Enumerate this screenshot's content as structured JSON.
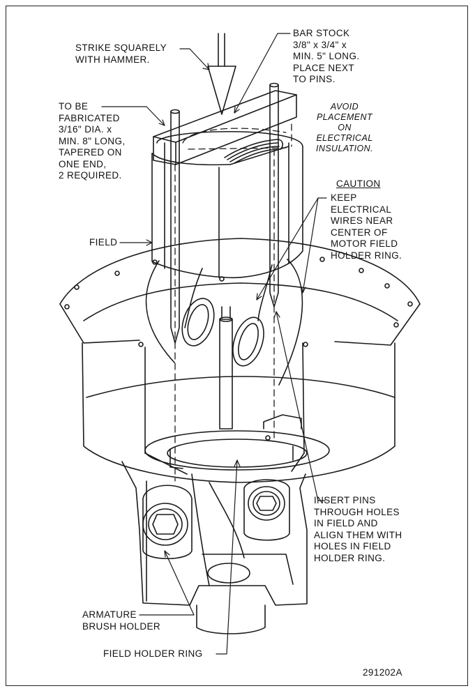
{
  "labels": {
    "strike": [
      "STRIKE SQUARELY",
      "WITH HAMMER."
    ],
    "bar_stock": [
      "BAR STOCK",
      "3/8\" x 3/4\" x",
      "MIN. 5\" LONG.",
      "PLACE NEXT",
      "TO PINS."
    ],
    "avoid": [
      "AVOID",
      "PLACEMENT",
      "ON",
      "ELECTRICAL",
      "INSULATION."
    ],
    "pins_fab": [
      "TO BE",
      "FABRICATED",
      "3/16\" DIA. x",
      "MIN. 8\" LONG,",
      "TAPERED ON",
      "ONE END,",
      "2 REQUIRED."
    ],
    "caution_title": "CAUTION",
    "caution": [
      "KEEP",
      "ELECTRICAL",
      "WIRES NEAR",
      "CENTER OF",
      "MOTOR FIELD",
      "HOLDER RING."
    ],
    "field": "FIELD",
    "insert": [
      "INSERT PINS",
      "THROUGH HOLES",
      "IN FIELD AND",
      "ALIGN THEM WITH",
      "HOLES IN FIELD",
      "HOLDER RING."
    ],
    "armature": [
      "ARMATURE",
      "BRUSH HOLDER"
    ],
    "field_holder_ring": "FIELD HOLDER RING",
    "drawing_number": "291202A"
  }
}
